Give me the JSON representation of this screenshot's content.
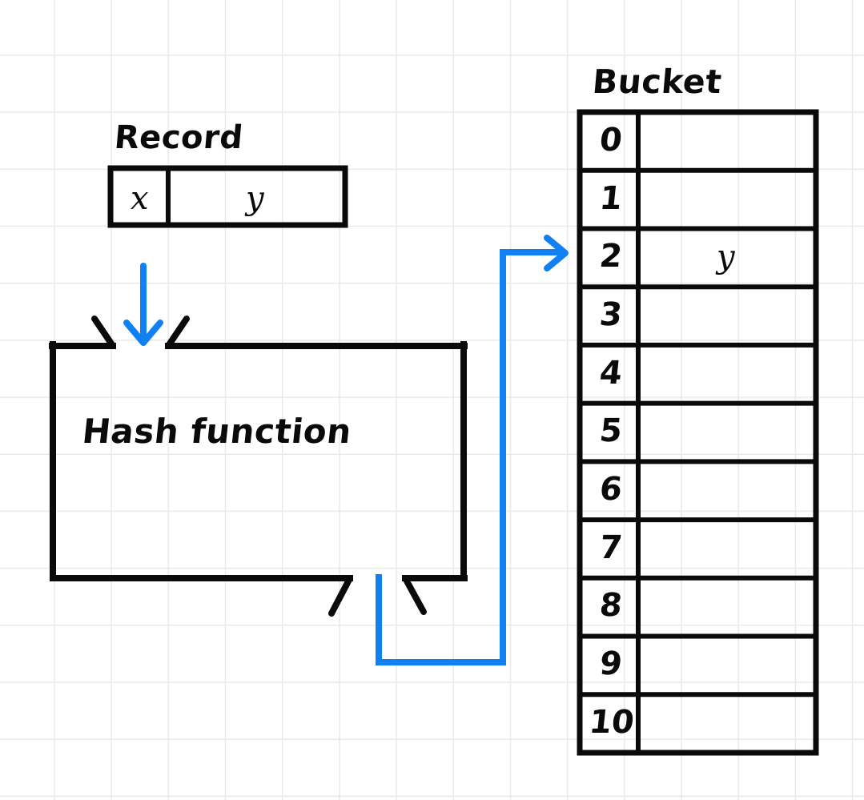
{
  "diagram": {
    "title_record": "Record",
    "title_bucket": "Bucket",
    "hash_function_label": "Hash function",
    "record": {
      "key_label": "x",
      "value_label": "y"
    },
    "bucket_table": {
      "header": "Bucket",
      "rows": [
        {
          "index": "0",
          "value": ""
        },
        {
          "index": "1",
          "value": ""
        },
        {
          "index": "2",
          "value": "y"
        },
        {
          "index": "3",
          "value": ""
        },
        {
          "index": "4",
          "value": ""
        },
        {
          "index": "5",
          "value": ""
        },
        {
          "index": "6",
          "value": ""
        },
        {
          "index": "7",
          "value": ""
        },
        {
          "index": "8",
          "value": ""
        },
        {
          "index": "9",
          "value": ""
        },
        {
          "index": "10",
          "value": ""
        }
      ]
    },
    "colors": {
      "ink": "#0a0a0a",
      "arrow_blue": "#1180f2",
      "grid_line": "#e9e9e9",
      "paper": "#ffffff"
    },
    "arrows": {
      "input_arrow": "down-arrow-into-hash-function",
      "output_arrow": "routed-arrow-hash-function-to-bucket-2"
    }
  }
}
